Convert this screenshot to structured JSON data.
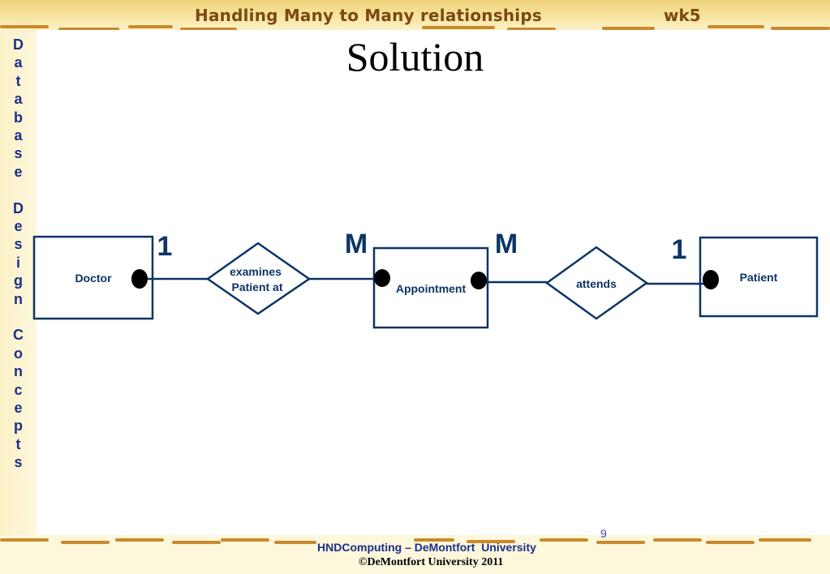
{
  "header": {
    "title": "Handling Many to Many relationships",
    "week": "wk5"
  },
  "sidebar": {
    "text": "Database Design Concepts"
  },
  "slide": {
    "title": "Solution",
    "page_number": "9"
  },
  "diagram": {
    "entities": {
      "doctor": "Doctor",
      "appointment": "Appointment",
      "patient": "Patient"
    },
    "relationships": {
      "examines_line1": "examines",
      "examines_line2": "Patient at",
      "attends": "attends"
    },
    "cardinalities": {
      "doctor_side": "1",
      "appointment_left": "M",
      "appointment_right": "M",
      "patient_side": "1"
    }
  },
  "footer": {
    "line1": "HNDComputing – DeMontfort  University",
    "line2": "©DeMontfort University 2011"
  },
  "colors": {
    "diagram_navy": "#0d3466",
    "header_text": "#7a4a12",
    "sidebar_text": "#1a2f8a",
    "accent_stroke": "#c98a2a"
  }
}
